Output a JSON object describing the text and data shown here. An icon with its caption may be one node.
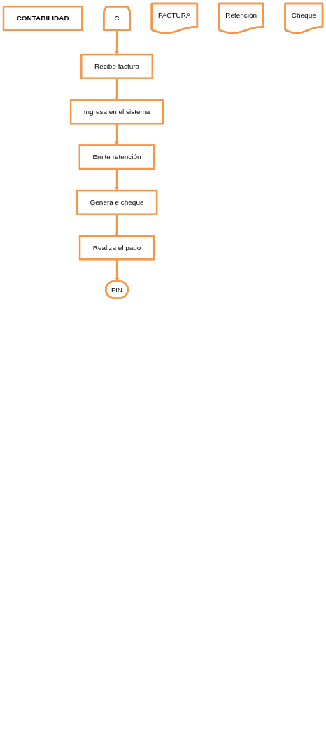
{
  "diagram": {
    "nodes": [
      {
        "text": [
          "CONTABILIDAD"
        ]
      },
      {
        "text": [
          "C"
        ]
      },
      {
        "text": [
          "Recibe factura"
        ]
      },
      {
        "text": [
          "FACTURA"
        ]
      },
      {
        "text": [
          "Ingresa en el sistema"
        ]
      },
      {
        "text": [
          "Emite retención"
        ]
      },
      {
        "text": [
          "Retención"
        ]
      },
      {
        "text": [
          "Genera e cheque"
        ]
      },
      {
        "text": [
          "Cheque"
        ]
      },
      {
        "text": [
          "Realiza el pago"
        ]
      },
      {
        "text": [
          "FIN"
        ]
      }
    ],
    "edges": [
      {
        "from": 1,
        "to": 2,
        "arrow": "to"
      },
      {
        "from": 2,
        "to": 4,
        "arrow": "to"
      },
      {
        "from": 4,
        "to": 5,
        "arrow": "to"
      },
      {
        "from": 5,
        "to": 7,
        "arrow": "to"
      },
      {
        "from": 7,
        "to": 9,
        "arrow": "to"
      },
      {
        "from": 9,
        "to": 10,
        "arrow": "to"
      }
    ]
  }
}
